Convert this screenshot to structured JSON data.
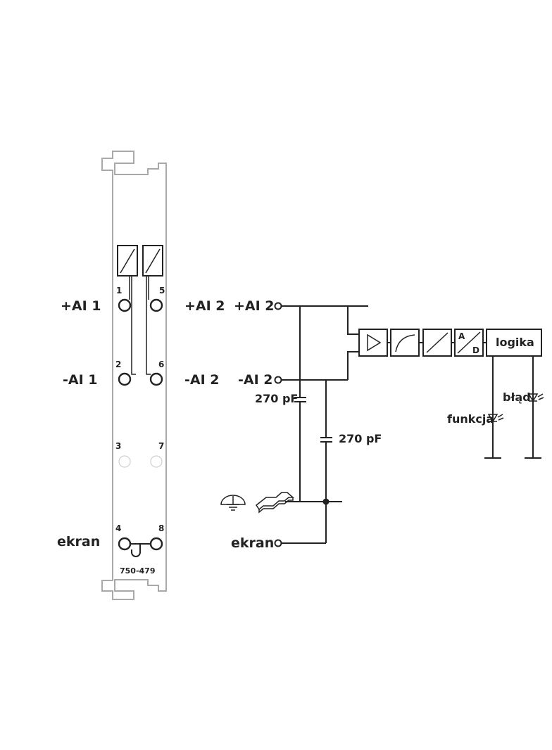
{
  "module": {
    "part_number": "750-479",
    "pins": {
      "p1": "1",
      "p2": "2",
      "p3": "3",
      "p4": "4",
      "p5": "5",
      "p6": "6",
      "p7": "7",
      "p8": "8"
    },
    "left_labels": {
      "ai1_plus": "+AI 1",
      "ai1_minus": "-AI 1",
      "shield": "ekran"
    },
    "right_labels": {
      "ai2_plus": "+AI 2",
      "ai2_minus": "-AI 2"
    }
  },
  "schematic": {
    "inputs": {
      "ai_plus": "+AI 2",
      "ai_minus": "-AI 2",
      "shield": "ekran"
    },
    "capacitors": {
      "c1": "270 pF",
      "c2": "270 pF"
    },
    "adc": {
      "a": "A",
      "d": "D"
    },
    "logic": "logika",
    "leds": {
      "error": "błąd",
      "function": "funkcja"
    }
  },
  "colors": {
    "line": "#222222",
    "module_outline": "#a9a9a9",
    "unused_terminal": "#cfcfcf"
  }
}
